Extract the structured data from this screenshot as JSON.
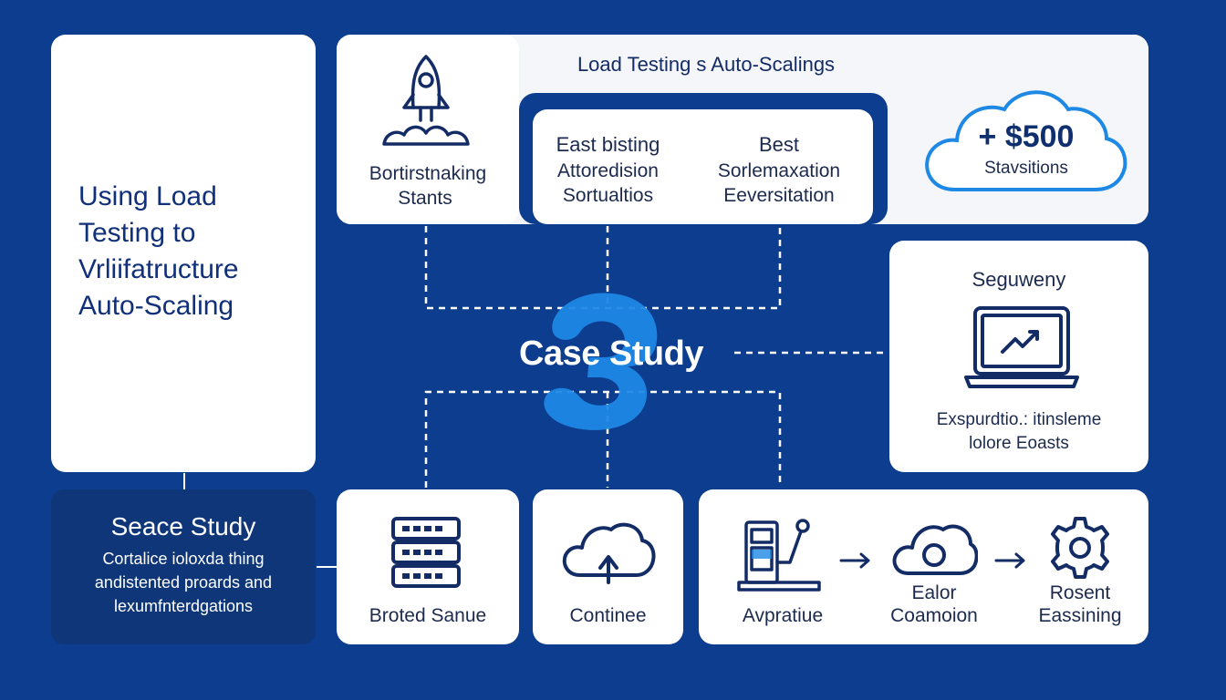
{
  "left_panel": {
    "title": "Using Load\nTesting to\nVrliifatructure\nAuto-Scaling"
  },
  "case_study_card": {
    "title": "Seace Study",
    "body": "Cortalice ioloxda thing\nandistented proards and\nlexumfnterdgations"
  },
  "header_panel": {
    "title": "Load Testing s Auto-Scalings"
  },
  "rocket_card": {
    "label_line1": "Bortirstnaking",
    "label_line2": "Stants"
  },
  "comparison_card": {
    "left_title": "East bisting",
    "left_line1": "Attoredision",
    "left_line2": "Sortualtios",
    "right_title": "Best",
    "right_line1": "Sorlemaxation",
    "right_line2": "Eeversitation"
  },
  "savings_cloud": {
    "value": "+ $500",
    "label": "Stavsitions"
  },
  "center": {
    "label": "Case Study"
  },
  "right_card": {
    "title": "Seguweny",
    "line1": "Exspurdtio.: itinsleme",
    "line2": "lolore Eoasts"
  },
  "bottom_cards": {
    "server_label": "Broted Sanue",
    "cloud_label": "Contineе",
    "flow_step1_label": "Avpratiue",
    "flow_step2_line1": "Ealor",
    "flow_step2_line2": "Coamoion",
    "flow_step3_line1": "Rosent",
    "flow_step3_line2": "Eassining"
  },
  "colors": {
    "background": "#0d3d8e",
    "card": "#ffffff",
    "dark_card": "#0e3678",
    "accent_blue": "#1e88e5",
    "icon_navy": "#142c66"
  },
  "icons": [
    "rocket-icon",
    "cloud-icon",
    "laptop-chart-icon",
    "server-rack-icon",
    "cloud-upload-icon",
    "machine-icon",
    "cloud-eye-icon",
    "gear-icon",
    "arrow-right-icon",
    "case-study-logo-icon"
  ]
}
